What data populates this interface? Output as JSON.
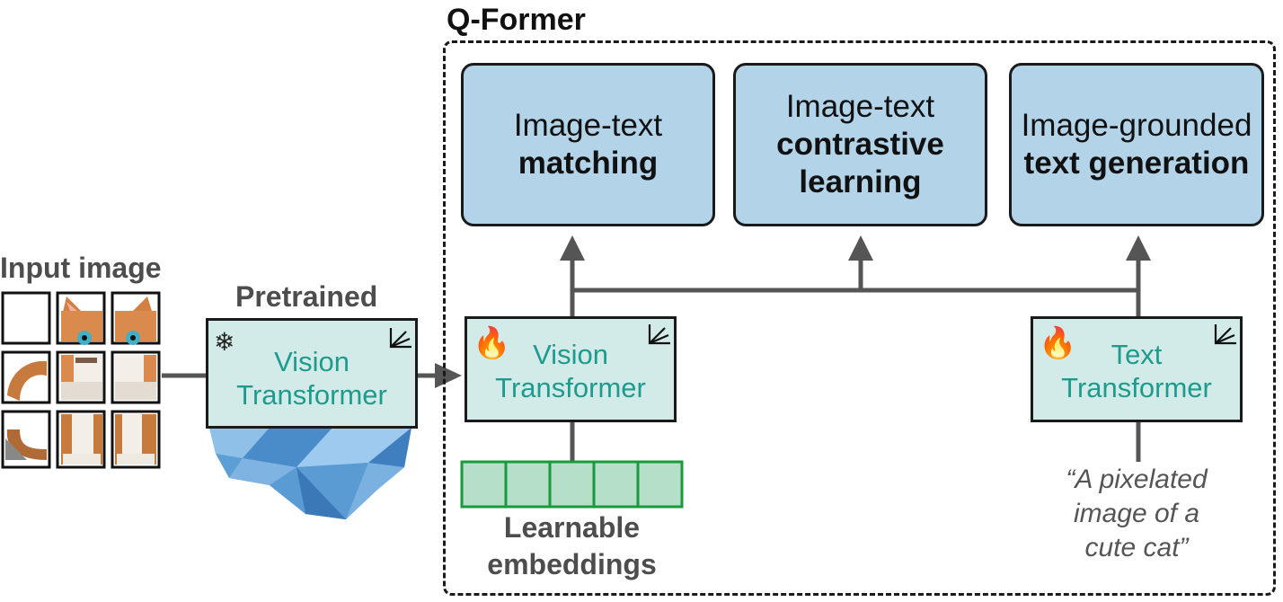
{
  "qformer": {
    "title": "Q-Former"
  },
  "tasks": [
    {
      "line1": "Image-text",
      "line2": "matching",
      "line3": ""
    },
    {
      "line1": "Image-text",
      "line2": "contrastive",
      "line3": "learning"
    },
    {
      "line1": "Image-grounded",
      "line2": "text generation",
      "line3": ""
    }
  ],
  "input": {
    "label": "Input image"
  },
  "pretrained": {
    "label": "Pretrained",
    "name_line1": "Vision",
    "name_line2": "Transformer",
    "state": "frozen"
  },
  "qvision": {
    "name_line1": "Vision",
    "name_line2": "Transformer",
    "state": "trainable"
  },
  "qtext": {
    "name_line1": "Text",
    "name_line2": "Transformer",
    "state": "trainable"
  },
  "embeddings": {
    "count": 5,
    "label_line1": "Learnable",
    "label_line2": "embeddings"
  },
  "caption": {
    "line1": "“A pixelated",
    "line2": "image of a",
    "line3": "cute cat”"
  },
  "colors": {
    "task_fill": "#b3d3e8",
    "transformer_fill": "#d2ebe8",
    "transformer_text": "#1f9b8e",
    "embedding_fill": "#b5dfc8",
    "embedding_border": "#1a9a3a",
    "connector": "#555555",
    "ice": "#5b9fd6"
  }
}
